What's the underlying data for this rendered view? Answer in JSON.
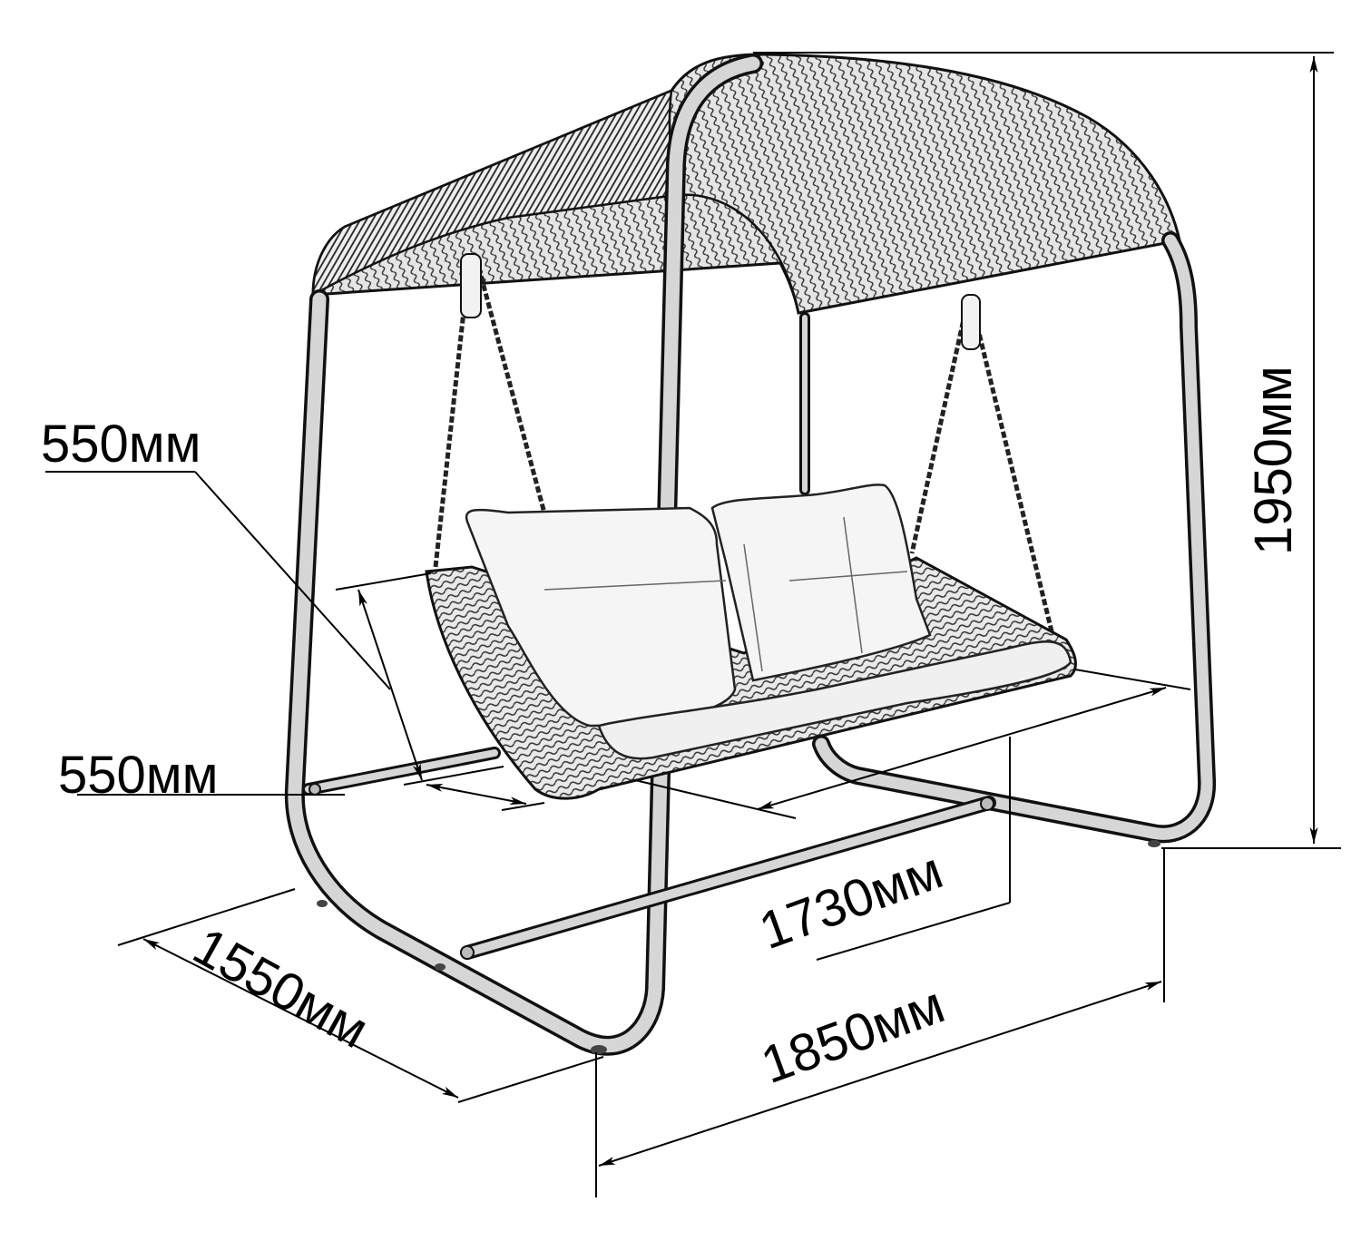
{
  "drawing": {
    "subject": "Garden swing with woven canopy and cushioned seat",
    "style": "pencil sketch, black on white",
    "colors": {
      "ink": "#000000",
      "background": "#ffffff",
      "frame_fill": "#d9d9d9",
      "cushion_fill": "#f4f4f4",
      "weave": "#555555"
    }
  },
  "dimensions": {
    "seat_depth": {
      "label": "550мм",
      "value": 550,
      "unit": "мм"
    },
    "seat_width": {
      "label": "550мм",
      "value": 550,
      "unit": "мм"
    },
    "height": {
      "label": "1950мм",
      "value": 1950,
      "unit": "мм"
    },
    "seat_length": {
      "label": "1730мм",
      "value": 1730,
      "unit": "мм"
    },
    "total_length": {
      "label": "1850мм",
      "value": 1850,
      "unit": "мм"
    },
    "total_depth": {
      "label": "1550мм",
      "value": 1550,
      "unit": "мм"
    }
  }
}
